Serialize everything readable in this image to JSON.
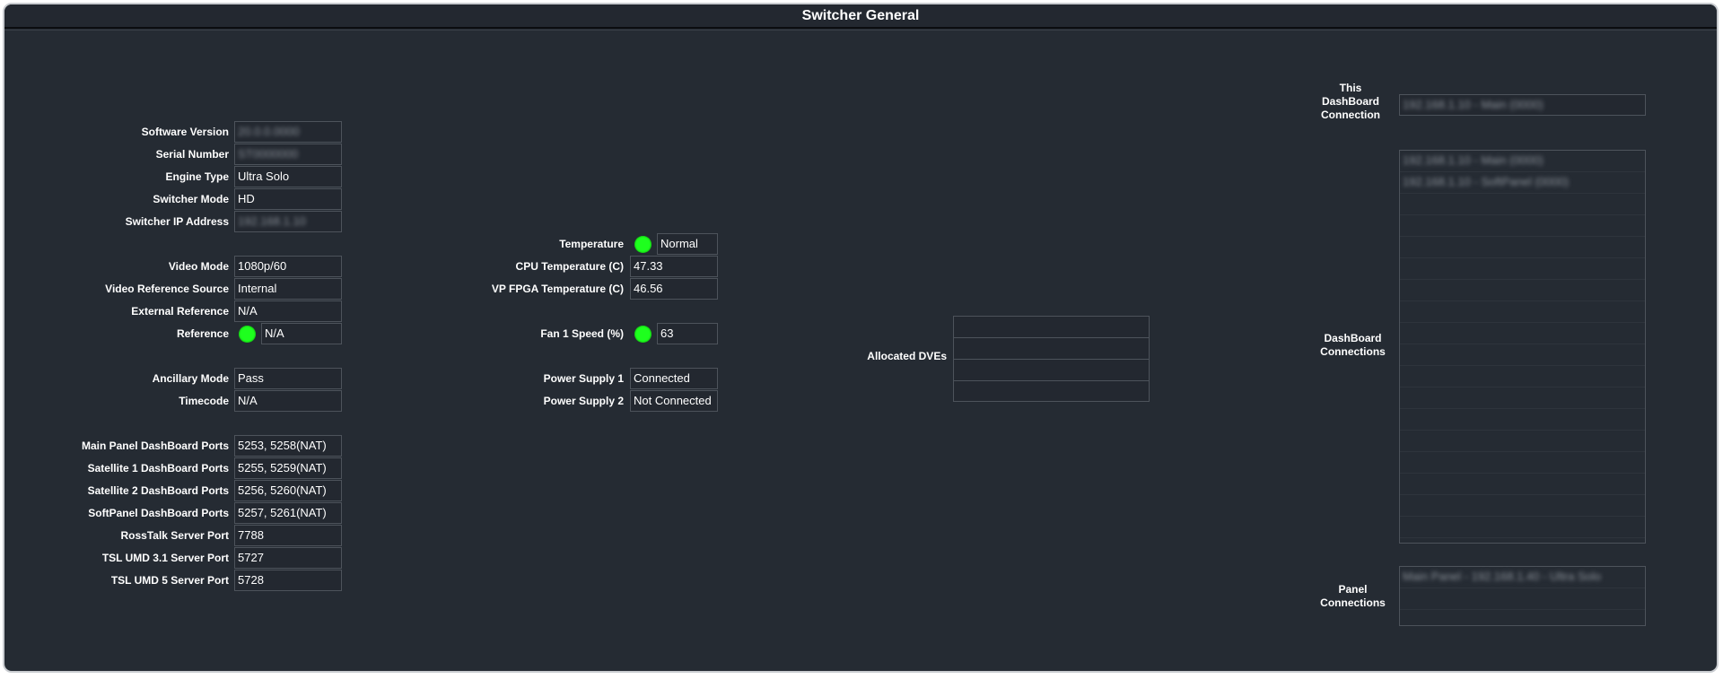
{
  "title": "Switcher General",
  "colors": {
    "background": "#252b33",
    "led": "#1eff1e",
    "field_border": "#4d535b"
  },
  "system": [
    {
      "label": "Software Version",
      "value": "20.0.0.0000",
      "blurred": true
    },
    {
      "label": "Serial Number",
      "value": "ST0000000",
      "blurred": true
    },
    {
      "label": "Engine Type",
      "value": "Ultra Solo",
      "blurred": false
    },
    {
      "label": "Switcher Mode",
      "value": "HD",
      "blurred": false
    },
    {
      "label": "Switcher IP Address",
      "value": "192.168.1.10",
      "blurred": true
    }
  ],
  "video": [
    {
      "label": "Video Mode",
      "value": "1080p/60"
    },
    {
      "label": "Video Reference Source",
      "value": "Internal"
    },
    {
      "label": "External Reference",
      "value": "N/A"
    },
    {
      "label": "Reference",
      "value": "N/A",
      "led": "green"
    }
  ],
  "ancillary": [
    {
      "label": "Ancillary Mode",
      "value": "Pass"
    },
    {
      "label": "Timecode",
      "value": "N/A"
    }
  ],
  "ports": [
    {
      "label": "Main Panel DashBoard Ports",
      "value": "5253, 5258(NAT)"
    },
    {
      "label": "Satellite 1 DashBoard Ports",
      "value": "5255, 5259(NAT)"
    },
    {
      "label": "Satellite 2 DashBoard Ports",
      "value": "5256, 5260(NAT)"
    },
    {
      "label": "SoftPanel DashBoard Ports",
      "value": "5257, 5261(NAT)"
    },
    {
      "label": "RossTalk Server Port",
      "value": "7788"
    },
    {
      "label": "TSL UMD 3.1 Server Port",
      "value": "5727"
    },
    {
      "label": "TSL UMD 5 Server Port",
      "value": "5728"
    }
  ],
  "status": {
    "temperature": {
      "label": "Temperature",
      "value": "Normal",
      "led": "green"
    },
    "cpu_temp": {
      "label": "CPU Temperature (C)",
      "value": "47.33"
    },
    "fpga_temp": {
      "label": "VP FPGA Temperature (C)",
      "value": "46.56"
    },
    "fan": {
      "label": "Fan 1 Speed (%)",
      "value": "63",
      "led": "green"
    },
    "psu1": {
      "label": "Power Supply 1",
      "value": "Connected"
    },
    "psu2": {
      "label": "Power Supply 2",
      "value": "Not Connected"
    }
  },
  "allocated_dves": {
    "label": "Allocated DVEs",
    "rows": [
      "",
      "",
      "",
      ""
    ]
  },
  "connections": {
    "this_connection": {
      "label": "This DashBoard Connection",
      "value": "192.168.1.10 - Main (0000)"
    },
    "dashboard": {
      "label": "DashBoard Connections",
      "items": [
        "192.168.1.10 - Main (0000)",
        "192.168.1.10 - SoftPanel (0000)"
      ]
    },
    "panel": {
      "label": "Panel Connections",
      "items": [
        "Main Panel - 192.168.1.40 - Ultra Solo"
      ]
    }
  }
}
